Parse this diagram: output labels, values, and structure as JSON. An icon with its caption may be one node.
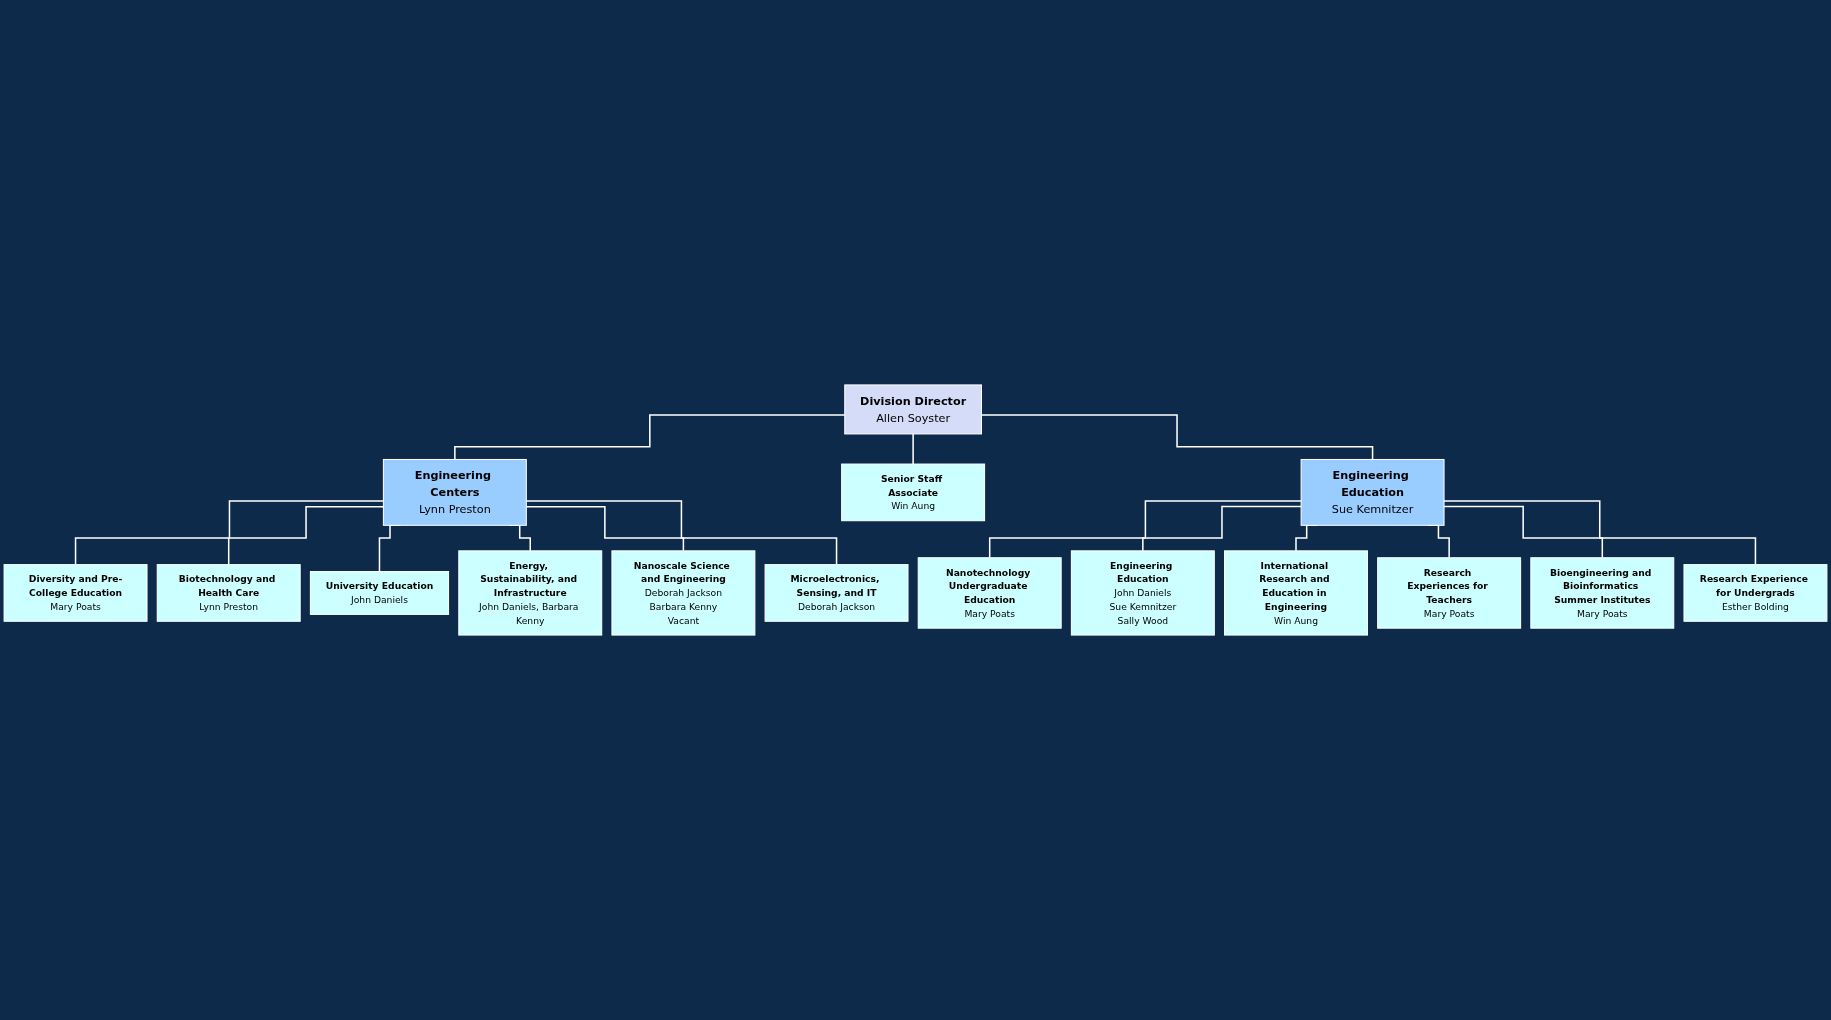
{
  "diagram": {
    "nodes": [
      {
        "text": [
          "Division Director",
          "Allen Soyster"
        ]
      },
      {
        "text": [
          "Engineering Centers",
          "Lynn Preston"
        ]
      },
      {
        "text": [
          "Senior Staff Associate",
          "Win Aung"
        ]
      },
      {
        "text": [
          "Engineering Education",
          "Sue Kemnitzer"
        ]
      },
      {
        "text": [
          "Diversity and Pre-College Education",
          "Mary Poats"
        ]
      },
      {
        "text": [
          "Biotechnology and Health Care",
          "Lynn Preston"
        ]
      },
      {
        "text": [
          "University Education",
          "John Daniels"
        ]
      },
      {
        "text": [
          "Energy, Sustainability, and Infrastructure",
          "John Daniels, Barbara Kenny"
        ]
      },
      {
        "text": [
          "Nanoscale Science and Engineering",
          "Deborah Jackson",
          "Barbara Kenny",
          "Vacant"
        ]
      },
      {
        "text": [
          "Microelectronics, Sensing, and IT",
          "Deborah Jackson"
        ]
      },
      {
        "text": [
          "Nanotechnology Undergraduate Education",
          "Mary Poats"
        ]
      },
      {
        "text": [
          "Engineering Education",
          "John Daniels",
          "Sue Kemnitzer",
          "Sally Wood"
        ]
      },
      {
        "text": [
          "International Research and Education in Engineering",
          "Win Aung"
        ]
      },
      {
        "text": [
          "Research Experiences for Teachers",
          "Mary Poats"
        ]
      },
      {
        "text": [
          "Bioengineering and Bioinformatics Summer Institutes",
          "Mary Poats"
        ]
      },
      {
        "text": [
          "Research Experience for Undergrads",
          "Esther Bolding"
        ]
      }
    ],
    "edges": [
      {
        "from": 0,
        "to": 1,
        "arrow": "none"
      },
      {
        "from": 0,
        "to": 2,
        "arrow": "none"
      },
      {
        "from": 0,
        "to": 3,
        "arrow": "none"
      },
      {
        "from": 1,
        "to": 4,
        "arrow": "none"
      },
      {
        "from": 1,
        "to": 5,
        "arrow": "none"
      },
      {
        "from": 1,
        "to": 6,
        "arrow": "none"
      },
      {
        "from": 1,
        "to": 7,
        "arrow": "none"
      },
      {
        "from": 1,
        "to": 8,
        "arrow": "none"
      },
      {
        "from": 1,
        "to": 9,
        "arrow": "none"
      },
      {
        "from": 3,
        "to": 10,
        "arrow": "none"
      },
      {
        "from": 3,
        "to": 11,
        "arrow": "none"
      },
      {
        "from": 3,
        "to": 12,
        "arrow": "none"
      },
      {
        "from": 3,
        "to": 13,
        "arrow": "none"
      },
      {
        "from": 3,
        "to": 14,
        "arrow": "none"
      },
      {
        "from": 3,
        "to": 15,
        "arrow": "none"
      }
    ]
  }
}
